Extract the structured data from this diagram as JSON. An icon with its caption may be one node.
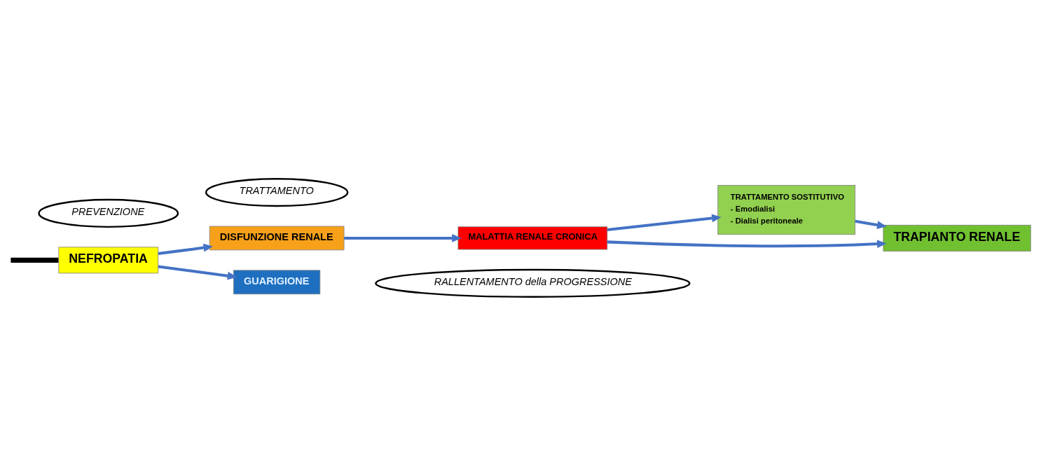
{
  "diagram": {
    "nodes": [
      {
        "text": [
          "RALLENTAMENTO della PROGRESSIONE"
        ]
      },
      {
        "text": [
          "TRATTAMENTO SOSTITUTIVO",
          "- Emodialisi",
          "- Dialisi peritoneale"
        ]
      },
      {
        "text": [
          "MALATTIA RENALE CRONICA"
        ]
      },
      {
        "text": [
          "TRATTAMENTO"
        ]
      },
      {
        "text": [
          "DISFUNZIONE RENALE"
        ]
      },
      {
        "text": [
          "PREVENZIONE"
        ]
      },
      {
        "text": [
          "TRAPIANTO RENALE"
        ]
      },
      {
        "text": [
          "NEFROPATIA"
        ]
      },
      {
        "text": [
          "GUARIGIONE"
        ]
      }
    ],
    "edges": [
      {
        "from": null,
        "to": 7,
        "arrow": "none",
        "style": "thick",
        "color": "#000000"
      },
      {
        "from": 7,
        "to": 4,
        "arrow": "to"
      },
      {
        "from": 7,
        "to": 8,
        "arrow": "to"
      },
      {
        "from": 4,
        "to": 2,
        "arrow": "to"
      },
      {
        "from": 2,
        "to": 1,
        "arrow": "to"
      },
      {
        "from": 2,
        "to": 6,
        "arrow": "to"
      },
      {
        "from": 1,
        "to": 6,
        "arrow": "to"
      }
    ]
  }
}
